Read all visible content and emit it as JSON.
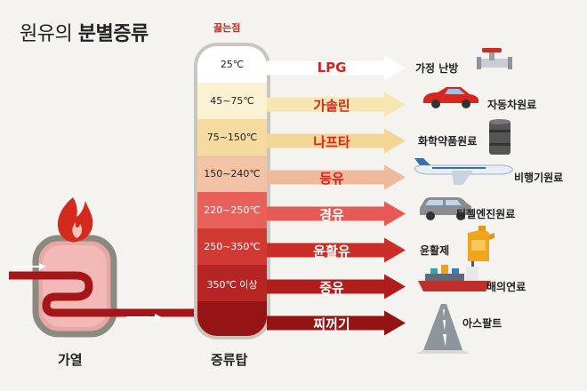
{
  "title": {
    "normal": "원유의",
    "bold": "분별증류"
  },
  "boiling_point_label": "끓는점",
  "tower_label": "증류탑",
  "heat_label": "가열",
  "fractions": [
    {
      "temp": "25℃",
      "product": "LPG",
      "use": "가정 난방",
      "band": "#ffffff",
      "arrow": "#ffffff",
      "text": "#d6251f",
      "tempcolor": "#222222",
      "icon": "gas-valve-icon"
    },
    {
      "temp": "45~75℃",
      "product": "가솔린",
      "use": "자동차원료",
      "band": "#fbf1d3",
      "arrow": "#f6e6b2",
      "text": "#d6251f",
      "tempcolor": "#222222",
      "icon": "car-icon"
    },
    {
      "temp": "75~150℃",
      "product": "나프타",
      "use": "화학약품원료",
      "band": "#f6dba0",
      "arrow": "#f3d596",
      "text": "#d6251f",
      "tempcolor": "#222222",
      "icon": "oil-barrel-icon"
    },
    {
      "temp": "150~240℃",
      "product": "등유",
      "use": "비행기원료",
      "band": "#f2c3a6",
      "arrow": "#efba9c",
      "text": "#d6251f",
      "tempcolor": "#222222",
      "icon": "airplane-icon"
    },
    {
      "temp": "220~250℃",
      "product": "경유",
      "use": "디젤엔진원료",
      "band": "#e9605a",
      "arrow": "#e55a54",
      "text": "#ffffff",
      "tempcolor": "#ffffff",
      "icon": "suv-icon"
    },
    {
      "temp": "250~350℃",
      "product": "윤활유",
      "use": "윤활제",
      "band": "#d13a33",
      "arrow": "#cc2d28",
      "text": "#ffffff",
      "tempcolor": "#ffffff",
      "icon": "lubricant-can-icon"
    },
    {
      "temp": "350℃ 이상",
      "product": "중유",
      "use": "배의연료",
      "band": "#b62424",
      "arrow": "#b01d1d",
      "text": "#ffffff",
      "tempcolor": "#ffffff",
      "icon": "ship-icon"
    },
    {
      "temp": "",
      "product": "찌꺼기",
      "use": "아스팔트",
      "band": "#961414",
      "arrow": "#941414",
      "text": "#ffffff",
      "tempcolor": "#ffffff",
      "icon": "road-icon"
    }
  ]
}
